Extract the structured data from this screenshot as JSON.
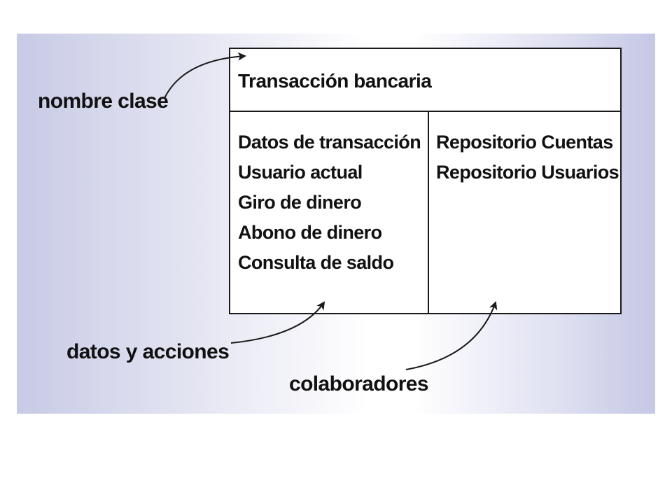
{
  "card": {
    "class_name": "Transacción bancaria",
    "responsibilities": [
      "Datos de transacción",
      "Usuario actual",
      "Giro de dinero",
      "Abono de dinero",
      "Consulta de saldo"
    ],
    "collaborators": [
      "Repositorio Cuentas",
      "Repositorio Usuarios"
    ]
  },
  "callouts": {
    "class_name_label": "nombre clase",
    "responsibilities_label": "datos y acciones",
    "collaborators_label": "colaboradores"
  },
  "colors": {
    "line": "#1a1a1a",
    "text": "#111111",
    "panel_edge": "#c5c7e5"
  }
}
